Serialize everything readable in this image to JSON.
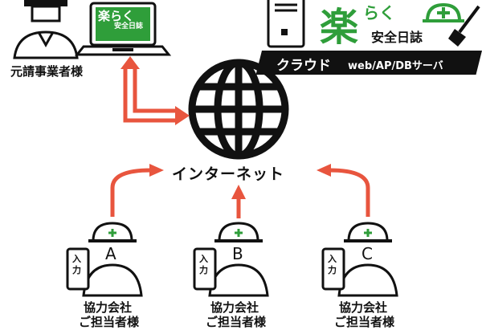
{
  "laptop_logo": {
    "main": "楽らく",
    "sub": "安全日誌"
  },
  "contractor_label": "元請事業者様",
  "cloud": {
    "label": "クラウド",
    "server": "web/AP/DBサーバ"
  },
  "logo": {
    "main": "楽",
    "suffix": "らく",
    "sub": "安全日誌"
  },
  "internet_label": "インターネット",
  "workers": [
    {
      "letter": "A",
      "input": "入力",
      "line1": "協力会社",
      "line2": "ご担当者様"
    },
    {
      "letter": "B",
      "input": "入力",
      "line1": "協力会社",
      "line2": "ご担当者様"
    },
    {
      "letter": "C",
      "input": "入力",
      "line1": "協力会社",
      "line2": "ご担当者様"
    }
  ],
  "colors": {
    "arrow": "#e8553e",
    "brand": "#2f9e3a",
    "ink": "#111111"
  }
}
